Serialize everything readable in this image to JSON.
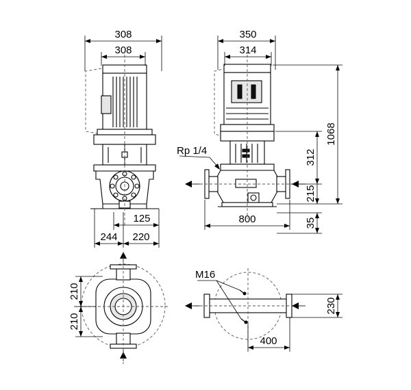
{
  "dimensions": {
    "front_top_outer": "308",
    "front_top_inner": "308",
    "side_top_outer": "350",
    "side_top_inner": "314",
    "height_total": "1068",
    "height_upper": "312",
    "height_port": "215",
    "base_offset": "35",
    "port_to_port": "800",
    "front_base_small": "125",
    "front_base_left": "244",
    "front_base_right": "220",
    "plan_upper": "210",
    "plan_lower": "210",
    "plan2_height": "230",
    "plan2_width": "400"
  },
  "callouts": {
    "port_thread": "Rp 1/4",
    "bolt": "M16"
  }
}
